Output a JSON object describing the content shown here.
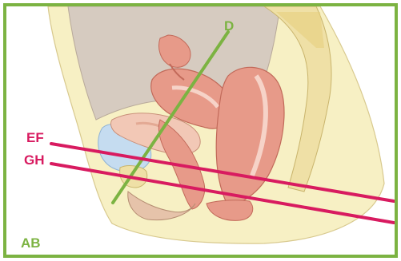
{
  "labels": {
    "plane_d": "D",
    "plane_ef": "EF",
    "plane_gh": "GH",
    "corner": "AB"
  },
  "colors": {
    "frame": "#7cb342",
    "green_plane": "#7cb342",
    "pink_plane": "#d81b60",
    "skin": "#f7f0c4",
    "tissue": "#f2c8b6",
    "muscle": "#e79a89",
    "cavity": "#d6cbc0",
    "bladder": "#c5dcf0",
    "bone": "#efe0a6"
  }
}
